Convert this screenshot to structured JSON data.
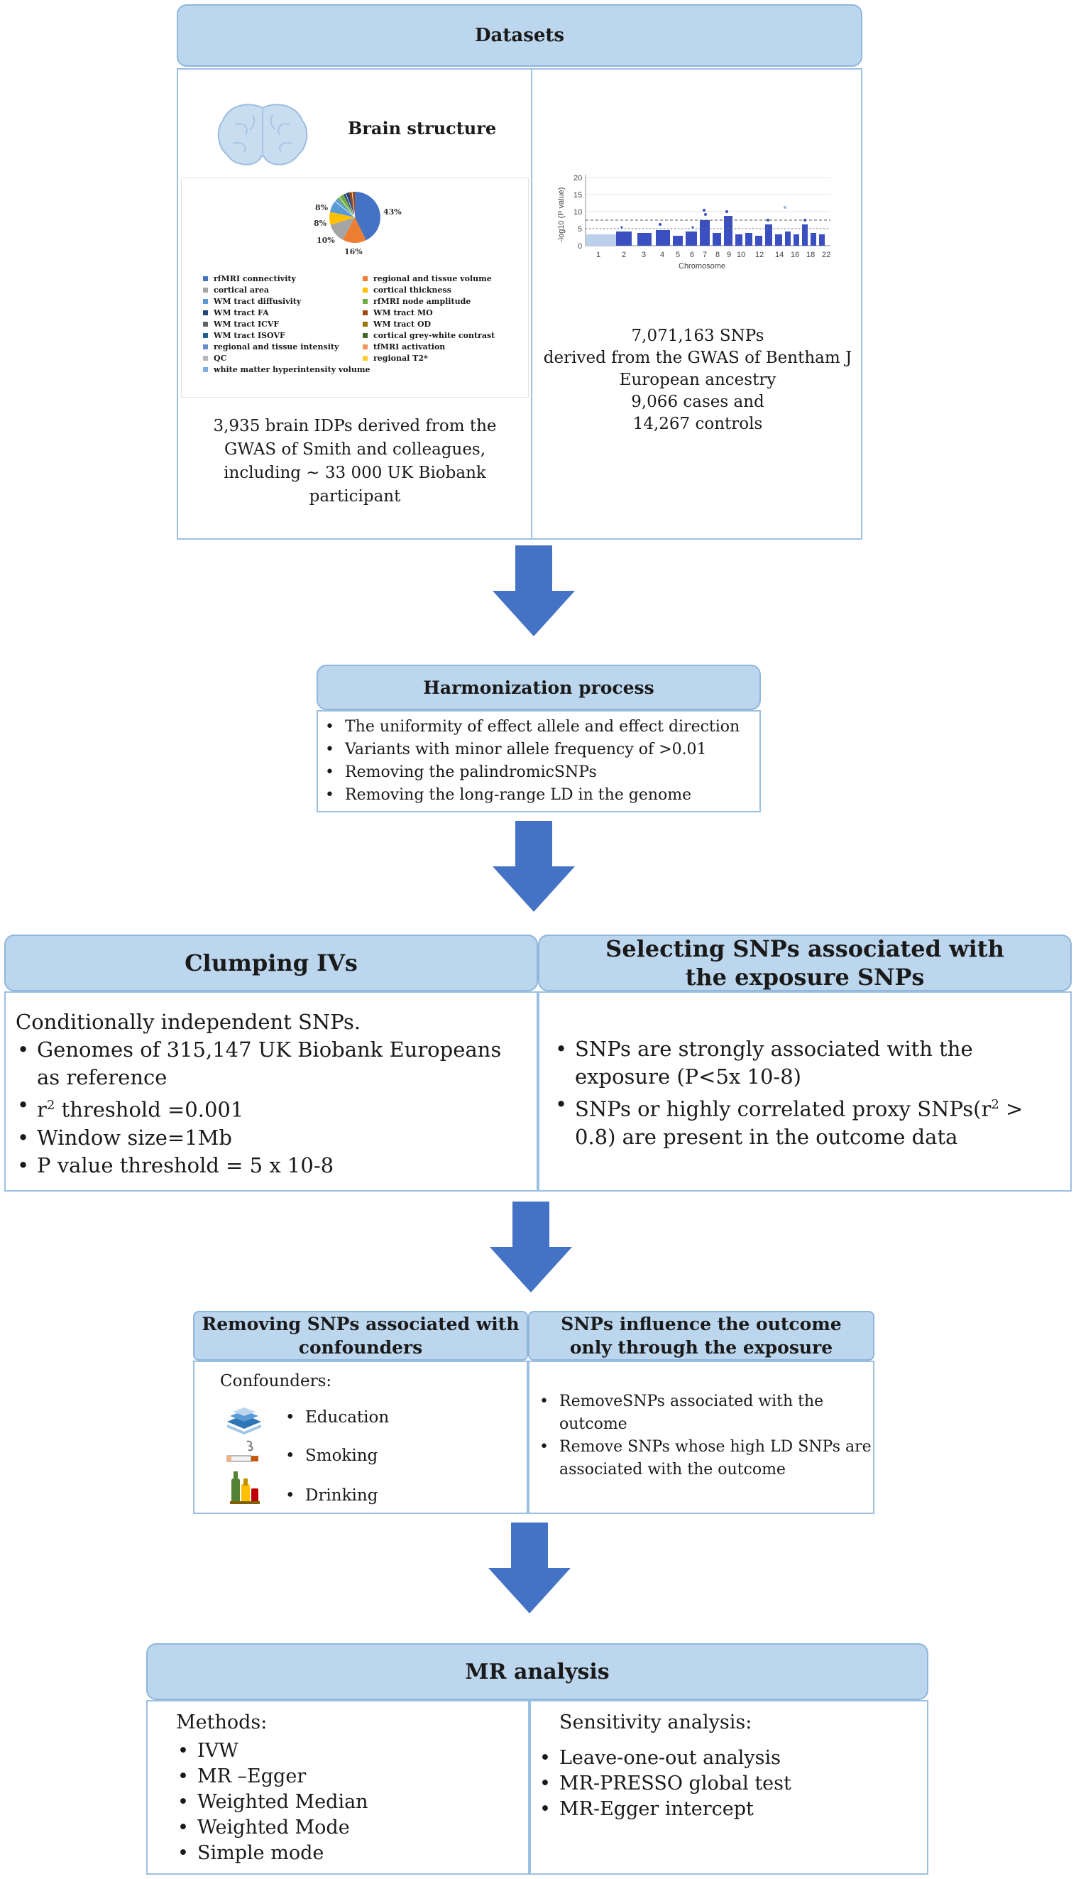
{
  "datasets": {
    "title": "Datasets",
    "brain": {
      "heading": "Brain structure",
      "pie_labels": [
        "43%",
        "16%",
        "10%",
        "8%",
        "8%"
      ],
      "legend": [
        {
          "label": "rfMRI connectivity",
          "color": "#4472c4"
        },
        {
          "label": "regional and tissue volume",
          "color": "#ed7d31"
        },
        {
          "label": "cortical area",
          "color": "#a5a5a5"
        },
        {
          "label": "cortical thickness",
          "color": "#ffc000"
        },
        {
          "label": "WM tract diffusivity",
          "color": "#5b9bd5"
        },
        {
          "label": "rfMRI node amplitude",
          "color": "#70ad47"
        },
        {
          "label": "WM tract FA",
          "color": "#264478"
        },
        {
          "label": "WM tract MO",
          "color": "#9e480e"
        },
        {
          "label": "WM tract ICVF",
          "color": "#636363"
        },
        {
          "label": "WM tract OD",
          "color": "#997300"
        },
        {
          "label": "WM tract ISOVF",
          "color": "#255e91"
        },
        {
          "label": "cortical grey-white contrast",
          "color": "#43682b"
        },
        {
          "label": "regional and tissue intensity",
          "color": "#698ed0"
        },
        {
          "label": "tfMRI activation",
          "color": "#f1975a"
        },
        {
          "label": "QC",
          "color": "#b7b7b7"
        },
        {
          "label": "regional T2*",
          "color": "#ffcd33"
        },
        {
          "label": "white matter hyperintensity volume",
          "color": "#7cafdd"
        }
      ],
      "description": "3,935 brain IDPs derived from the GWAS of Smith and colleagues, including ~  33 000 UK Biobank participant"
    },
    "gwas": {
      "ylabel": "-log10 (P value)",
      "xlabel": "Chromosome",
      "yticks": [
        "20",
        "15",
        "10",
        "5",
        "0"
      ],
      "xticks": [
        "1",
        "2",
        "3",
        "4",
        "5",
        "6",
        "7",
        "8",
        "9",
        "10",
        "12",
        "14",
        "16",
        "18",
        "22"
      ],
      "description_lines": [
        "7,071,163 SNPs",
        "derived from the GWAS of Bentham J",
        "European ancestry",
        "9,066 cases and",
        "14,267 controls"
      ]
    }
  },
  "harmonization": {
    "title": "Harmonization process",
    "items": [
      "The uniformity of effect allele and effect direction",
      "Variants with minor allele frequency of >0.01",
      "Removing the palindromicSNPs",
      "Removing the long-range LD in the genome"
    ]
  },
  "clumping": {
    "title": "Clumping IVs",
    "intro": "Conditionally independent SNPs.",
    "item1": "Genomes of 315,147 UK Biobank Europeans as reference",
    "item2_pre": "r",
    "item2_sup": "2",
    "item2_post": " threshold =0.001",
    "item3": "Window size=1Mb",
    "item4": "P value threshold = 5 x 10-8"
  },
  "selecting": {
    "title": "Selecting SNPs associated with the exposure SNPs",
    "item1": "SNPs are strongly associated with the exposure (P<5x 10-8)",
    "item2_pre": "SNPs or highly correlated proxy SNPs(r",
    "item2_sup": "2",
    "item2_post": " > 0.8) are present in the outcome data"
  },
  "confounders": {
    "title": "Removing SNPs associated with confounders",
    "label": "Confounders:",
    "items": [
      "Education",
      "Smoking",
      "Drinking"
    ],
    "icons": [
      "book-stack-icon",
      "cigarette-icon",
      "bottles-icon"
    ]
  },
  "outcome_only": {
    "title": "SNPs influence the outcome only through the exposure",
    "items": [
      "RemoveSNPs associated with the outcome",
      "Remove SNPs whose high LD SNPs are associated with the outcome"
    ]
  },
  "mr": {
    "title": "MR analysis",
    "methods_label": "Methods:",
    "methods": [
      "IVW",
      "MR –Egger",
      "Weighted Median",
      "Weighted Mode",
      "Simple mode"
    ],
    "sensitivity_label": "Sensitivity analysis:",
    "sensitivity": [
      "Leave-one-out analysis",
      "MR-PRESSO global test",
      "MR-Egger intercept"
    ]
  },
  "colors": {
    "header_fill": "#bcd6ee",
    "border": "#9cc0e2",
    "arrow": "#4472c4"
  }
}
